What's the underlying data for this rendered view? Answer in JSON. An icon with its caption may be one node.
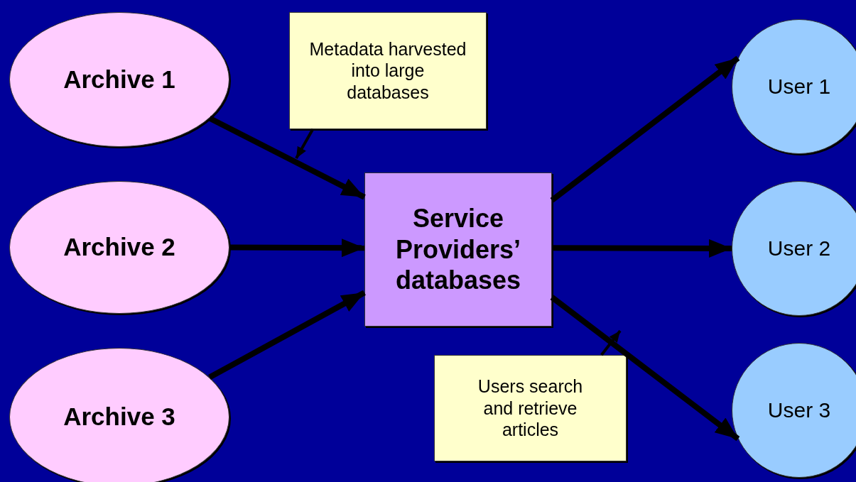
{
  "diagram": {
    "nodes": [
      {
        "text": [
          "Archive 1"
        ]
      },
      {
        "text": [
          "Archive 2"
        ]
      },
      {
        "text": [
          "Archive 3"
        ]
      },
      {
        "text": [
          "Service Providers’ databases"
        ]
      },
      {
        "text": [
          "User 1"
        ]
      },
      {
        "text": [
          "User 2"
        ]
      },
      {
        "text": [
          "User 3"
        ]
      },
      {
        "text": [
          "Metadata harvested into large databases"
        ]
      },
      {
        "text": [
          "Users search and retrieve articles"
        ]
      }
    ],
    "edges": [
      {
        "from": 0,
        "to": 3,
        "arrow": "to"
      },
      {
        "from": 1,
        "to": 3,
        "arrow": "to"
      },
      {
        "from": 2,
        "to": 3,
        "arrow": "to"
      },
      {
        "from": 3,
        "to": 4,
        "arrow": "to"
      },
      {
        "from": 3,
        "to": 5,
        "arrow": "to"
      },
      {
        "from": 3,
        "to": 6,
        "arrow": "to"
      },
      {
        "from": 7,
        "to": null,
        "arrow": "to"
      },
      {
        "from": 8,
        "to": null,
        "arrow": "to"
      }
    ]
  }
}
